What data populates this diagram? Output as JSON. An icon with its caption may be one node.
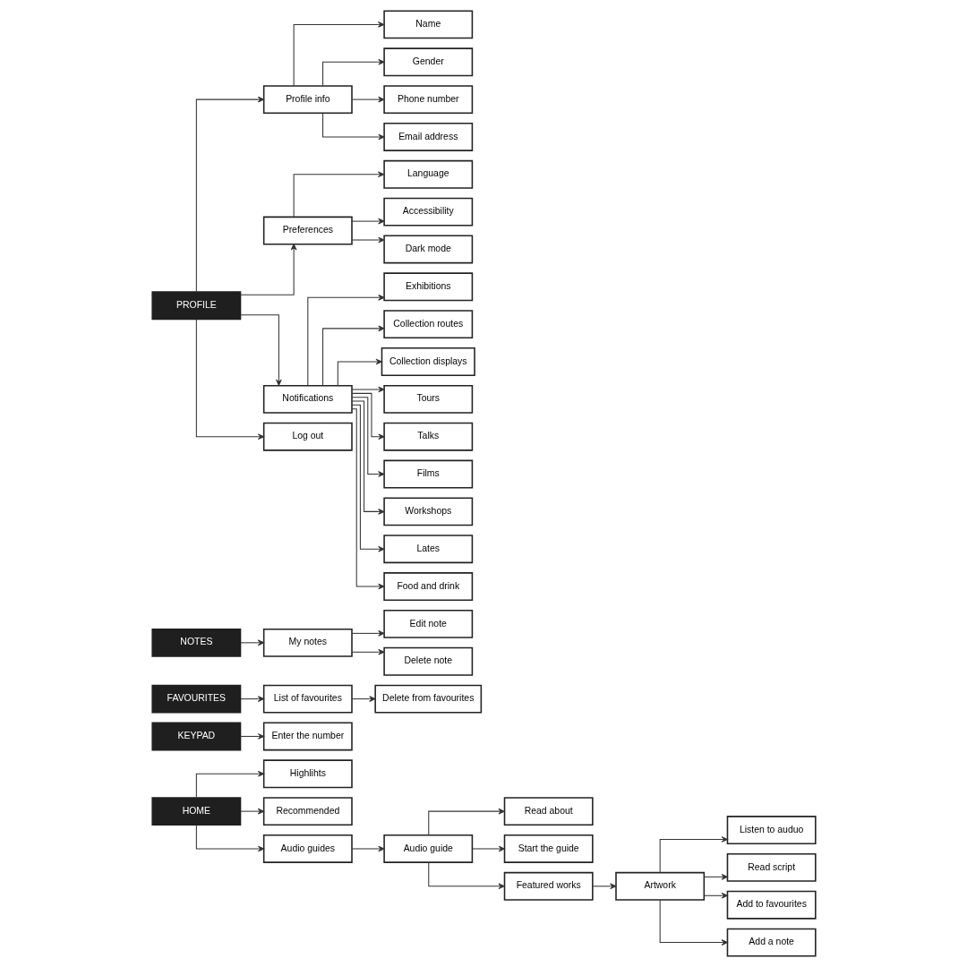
{
  "diagram": {
    "nodes": [
      {
        "text": [
          "HOME"
        ]
      },
      {
        "text": [
          "Highlihts"
        ]
      },
      {
        "text": [
          "Recommended"
        ]
      },
      {
        "text": [
          "Audio guides"
        ]
      },
      {
        "text": [
          "Audio guide"
        ]
      },
      {
        "text": [
          "Read about"
        ]
      },
      {
        "text": [
          "Start the guide"
        ]
      },
      {
        "text": [
          "Featured works"
        ]
      },
      {
        "text": [
          "Artwork"
        ]
      },
      {
        "text": [
          "Listen to auduo"
        ]
      },
      {
        "text": [
          "Read script"
        ]
      },
      {
        "text": [
          "Add to favourites"
        ]
      },
      {
        "text": [
          "Add a note"
        ]
      },
      {
        "text": [
          "KEYPAD"
        ]
      },
      {
        "text": [
          "Enter the number"
        ]
      },
      {
        "text": [
          "FAVOURITES"
        ]
      },
      {
        "text": [
          "List of favourites"
        ]
      },
      {
        "text": [
          "Delete from favourites"
        ]
      },
      {
        "text": [
          "NOTES"
        ]
      },
      {
        "text": [
          "My notes"
        ]
      },
      {
        "text": [
          "Edit note"
        ]
      },
      {
        "text": [
          "Delete note"
        ]
      },
      {
        "text": [
          "PROFILE"
        ]
      },
      {
        "text": [
          "Profile info"
        ]
      },
      {
        "text": [
          "Name"
        ]
      },
      {
        "text": [
          "Gender"
        ]
      },
      {
        "text": [
          "Phone number"
        ]
      },
      {
        "text": [
          "Email address"
        ]
      },
      {
        "text": [
          "Preferences"
        ]
      },
      {
        "text": [
          "Language"
        ]
      },
      {
        "text": [
          "Accessibility"
        ]
      },
      {
        "text": [
          "Dark mode"
        ]
      },
      {
        "text": [
          "Notifications"
        ]
      },
      {
        "text": [
          "Exhibitions"
        ]
      },
      {
        "text": [
          "Collection routes"
        ]
      },
      {
        "text": [
          "Collection displays"
        ]
      },
      {
        "text": [
          "Tours"
        ]
      },
      {
        "text": [
          "Talks"
        ]
      },
      {
        "text": [
          "Films"
        ]
      },
      {
        "text": [
          "Workshops"
        ]
      },
      {
        "text": [
          "Lates"
        ]
      },
      {
        "text": [
          "Food and drink"
        ]
      },
      {
        "text": [
          "Log out"
        ]
      }
    ],
    "edges": [
      {
        "from": 0,
        "to": 1,
        "arrow": "to"
      },
      {
        "from": 0,
        "to": 2,
        "arrow": "to"
      },
      {
        "from": 0,
        "to": 3,
        "arrow": "to"
      },
      {
        "from": 3,
        "to": 4,
        "arrow": "to"
      },
      {
        "from": 4,
        "to": 5,
        "arrow": "to"
      },
      {
        "from": 4,
        "to": 6,
        "arrow": "to"
      },
      {
        "from": 4,
        "to": 7,
        "arrow": "to"
      },
      {
        "from": 7,
        "to": 8,
        "arrow": "to"
      },
      {
        "from": 8,
        "to": 9,
        "arrow": "to"
      },
      {
        "from": 8,
        "to": 10,
        "arrow": "to"
      },
      {
        "from": 8,
        "to": 11,
        "arrow": "to"
      },
      {
        "from": 8,
        "to": 12,
        "arrow": "to"
      },
      {
        "from": 13,
        "to": 14,
        "arrow": "to"
      },
      {
        "from": 15,
        "to": 16,
        "arrow": "to"
      },
      {
        "from": 16,
        "to": 17,
        "arrow": "to"
      },
      {
        "from": 18,
        "to": 19,
        "arrow": "to"
      },
      {
        "from": 19,
        "to": 20,
        "arrow": "to"
      },
      {
        "from": 19,
        "to": 21,
        "arrow": "to"
      },
      {
        "from": 22,
        "to": 23,
        "arrow": "to"
      },
      {
        "from": 23,
        "to": 24,
        "arrow": "to"
      },
      {
        "from": 23,
        "to": 25,
        "arrow": "to"
      },
      {
        "from": 23,
        "to": 26,
        "arrow": "to"
      },
      {
        "from": 23,
        "to": 27,
        "arrow": "to"
      },
      {
        "from": 22,
        "to": 28,
        "arrow": "to"
      },
      {
        "from": 28,
        "to": 29,
        "arrow": "to"
      },
      {
        "from": 28,
        "to": 30,
        "arrow": "to"
      },
      {
        "from": 28,
        "to": 31,
        "arrow": "to"
      },
      {
        "from": 22,
        "to": 32,
        "arrow": "to"
      },
      {
        "from": 32,
        "to": 33,
        "arrow": "to"
      },
      {
        "from": 32,
        "to": 34,
        "arrow": "to"
      },
      {
        "from": 32,
        "to": 35,
        "arrow": "to"
      },
      {
        "from": 32,
        "to": 36,
        "arrow": "to"
      },
      {
        "from": 32,
        "to": 37,
        "arrow": "to"
      },
      {
        "from": 32,
        "to": 38,
        "arrow": "to"
      },
      {
        "from": 32,
        "to": 39,
        "arrow": "to"
      },
      {
        "from": 32,
        "to": 40,
        "arrow": "to"
      },
      {
        "from": 32,
        "to": 41,
        "arrow": "to"
      },
      {
        "from": 22,
        "to": 42,
        "arrow": "to"
      }
    ]
  }
}
